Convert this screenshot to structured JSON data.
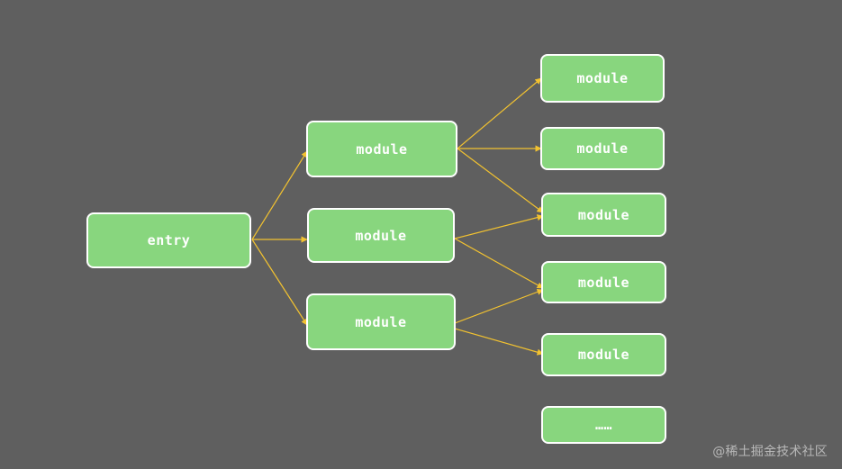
{
  "diagram": {
    "nodes": [
      {
        "id": "entry",
        "label": "entry"
      },
      {
        "id": "m1",
        "label": "module"
      },
      {
        "id": "m2",
        "label": "module"
      },
      {
        "id": "m3",
        "label": "module"
      },
      {
        "id": "r1",
        "label": "module"
      },
      {
        "id": "r2",
        "label": "module"
      },
      {
        "id": "r3",
        "label": "module"
      },
      {
        "id": "r4",
        "label": "module"
      },
      {
        "id": "r5",
        "label": "module"
      },
      {
        "id": "more",
        "label": "……"
      }
    ],
    "edges": [
      [
        "entry",
        "m1"
      ],
      [
        "entry",
        "m2"
      ],
      [
        "entry",
        "m3"
      ],
      [
        "m1",
        "r1"
      ],
      [
        "m1",
        "r2"
      ],
      [
        "m1",
        "r3"
      ],
      [
        "m2",
        "r3"
      ],
      [
        "m2",
        "r4"
      ],
      [
        "m3",
        "r4"
      ],
      [
        "m3",
        "r5"
      ]
    ],
    "colors": {
      "background": "#5f5f5f",
      "node_fill": "#88d67e",
      "node_border": "#ffffff",
      "edge": "#f2c230"
    }
  },
  "watermark": "@稀土掘金技术社区"
}
